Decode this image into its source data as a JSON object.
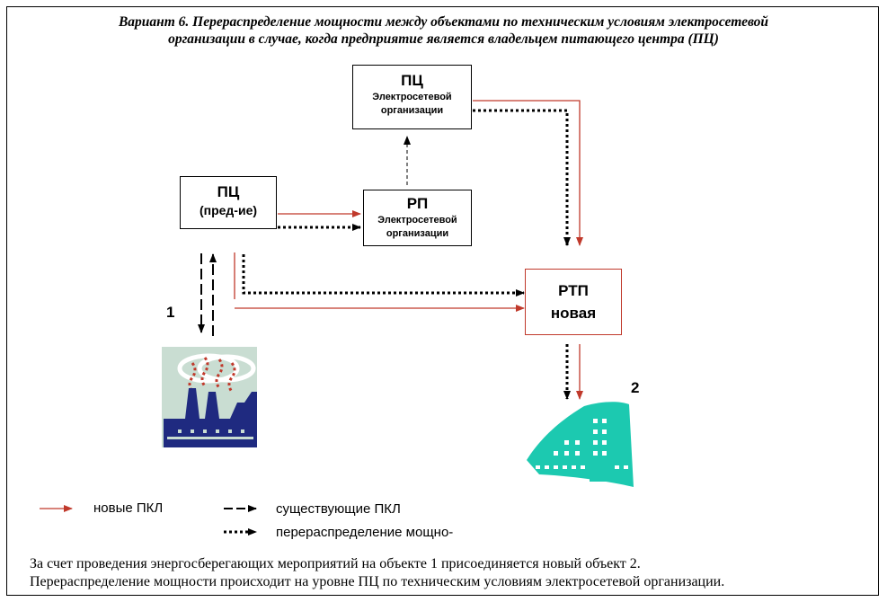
{
  "title": {
    "line1": "Вариант 6. Перераспределение мощности между объектами по техническим условиям электросетевой",
    "line2": "организации в случае, когда предприятие является владельцем питающего центра (ПЦ)"
  },
  "nodes": {
    "pc_grid": {
      "main": "ПЦ",
      "sub1": "Электросетевой",
      "sub2": "организации"
    },
    "pc_enterprise": {
      "main": "ПЦ",
      "sub": "(пред-ие)"
    },
    "rp": {
      "main": "РП",
      "sub1": "Электросетевой",
      "sub2": "организации"
    },
    "rtp": {
      "main1": "РТП",
      "main2": "новая"
    }
  },
  "labels": {
    "object1": "1",
    "object2": "2"
  },
  "legend": {
    "new_lines": "новые ПКЛ",
    "existing_lines": "существующие ПКЛ",
    "redistribution": "перераспределение мощно-"
  },
  "footer": {
    "line1": "За счет проведения энергосберегающих мероприятий на объекте 1 присоединяется новый объект 2.",
    "line2": "Перераспределение мощности происходит на уровне ПЦ по техническим условиям электросетевой организации."
  },
  "colors": {
    "new_line": "#c0392b",
    "redistribution": "#000000",
    "factory_bg": "#c9ddd2",
    "factory_dark": "#1f2a80",
    "building": "#1cc9b0"
  }
}
